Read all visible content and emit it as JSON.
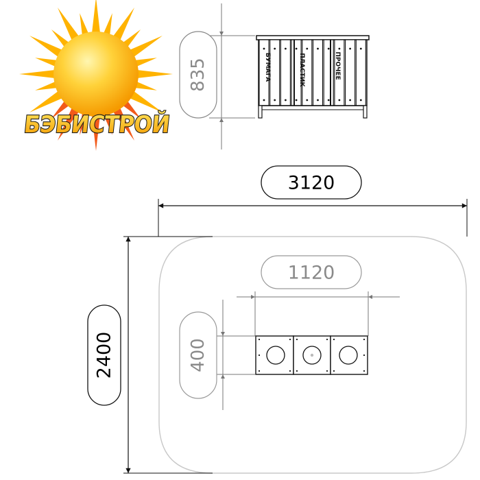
{
  "logo": {
    "text": "БЭБИСТРОЙ",
    "colors": {
      "sun_core": "#ffb400",
      "sun_highlight": "#ffe97a",
      "rays": "#ffb300",
      "text_fill": "#ffc928",
      "text_outline": "#1a1a1a"
    }
  },
  "front_view": {
    "height_label": "835",
    "bins": [
      "БУМАГА",
      "ПЛАСТИК",
      "ПРОЧЕЕ"
    ]
  },
  "plan_view": {
    "site_width_label": "3120",
    "site_depth_label": "2400",
    "unit_width_label": "1120",
    "unit_depth_label": "400"
  },
  "colors": {
    "line": "#111111",
    "dim_line": "#777777",
    "site_outline": "#c8c8c8",
    "label_text": "#000000",
    "label_text_muted": "#8a8a8a"
  }
}
